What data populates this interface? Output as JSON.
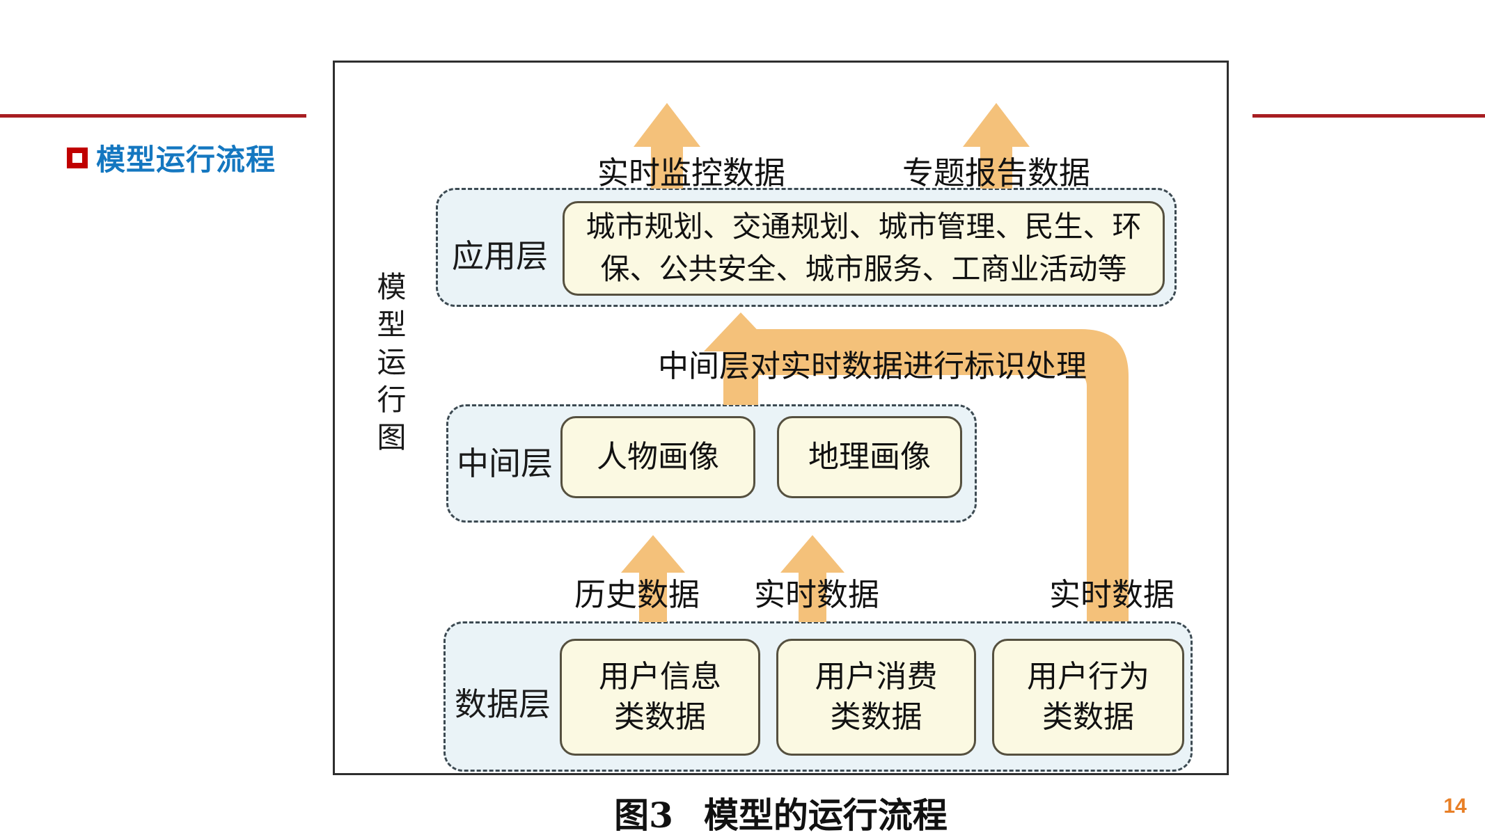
{
  "slide": {
    "title": "模型运行流程",
    "page_number": "14",
    "caption": {
      "figure_label": "图3",
      "figure_title": "模型的运行流程"
    }
  },
  "diagram": {
    "side_label": "模型运行图",
    "output_arrows": [
      {
        "label": "实时监控数据"
      },
      {
        "label": "专题报告数据"
      }
    ],
    "layers": {
      "application": {
        "label": "应用层",
        "content": "城市规划、交通规划、城市管理、民生、环保、公共安全、城市服务、工商业活动等"
      },
      "middle": {
        "label": "中间层",
        "boxes": [
          {
            "label": "人物画像"
          },
          {
            "label": "地理画像"
          }
        ]
      },
      "data": {
        "label": "数据层",
        "boxes": [
          {
            "text": "用户信息\n类数据"
          },
          {
            "text": "用户消费\n类数据"
          },
          {
            "text": "用户行为\n类数据"
          }
        ]
      }
    },
    "flow_labels": {
      "middle_to_app": "中间层对实时数据进行标识处理",
      "historical": "历史数据",
      "realtime_mid": "实时数据",
      "realtime_right": "实时数据"
    },
    "colors": {
      "arrow": "#f4c17a",
      "layer_fill": "#eaf3f7",
      "box_fill": "#fbf9e2",
      "dashed_border": "#3d4a52",
      "title_blue": "#1477c0",
      "rule_red": "#a81e22",
      "bullet_red": "#c00000",
      "page_number_orange": "#e87f26"
    }
  }
}
